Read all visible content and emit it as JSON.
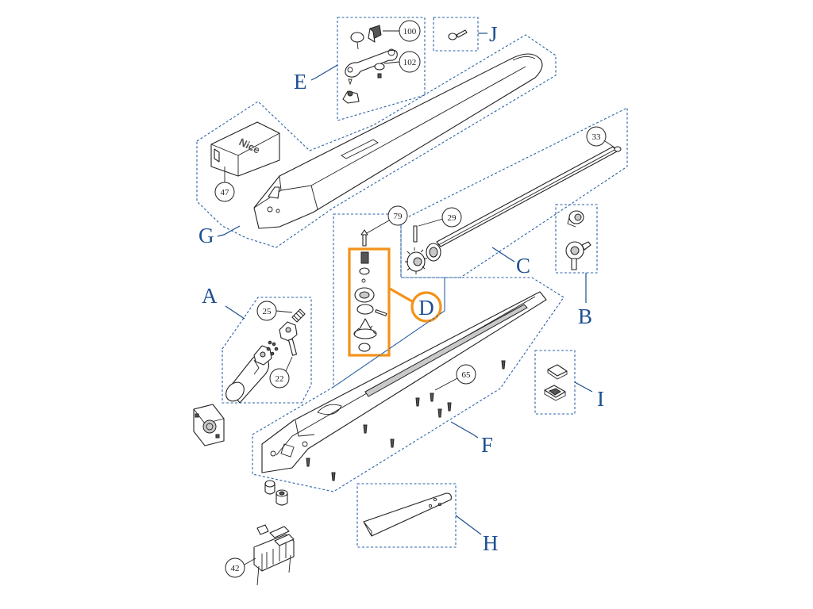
{
  "groups": {
    "A": "A",
    "B": "B",
    "C": "C",
    "D": "D",
    "E": "E",
    "F": "F",
    "G": "G",
    "H": "H",
    "I": "I",
    "J": "J"
  },
  "parts": {
    "p100": "100",
    "p102": "102",
    "p33": "33",
    "p47": "47",
    "p79": "79",
    "p29": "29",
    "p25": "25",
    "p22": "22",
    "p65": "65",
    "p42": "42"
  },
  "logo_text": "Nice",
  "colors": {
    "group_outline": "#2b62a8",
    "highlight": "#f39218",
    "label": "#1d4f91"
  }
}
